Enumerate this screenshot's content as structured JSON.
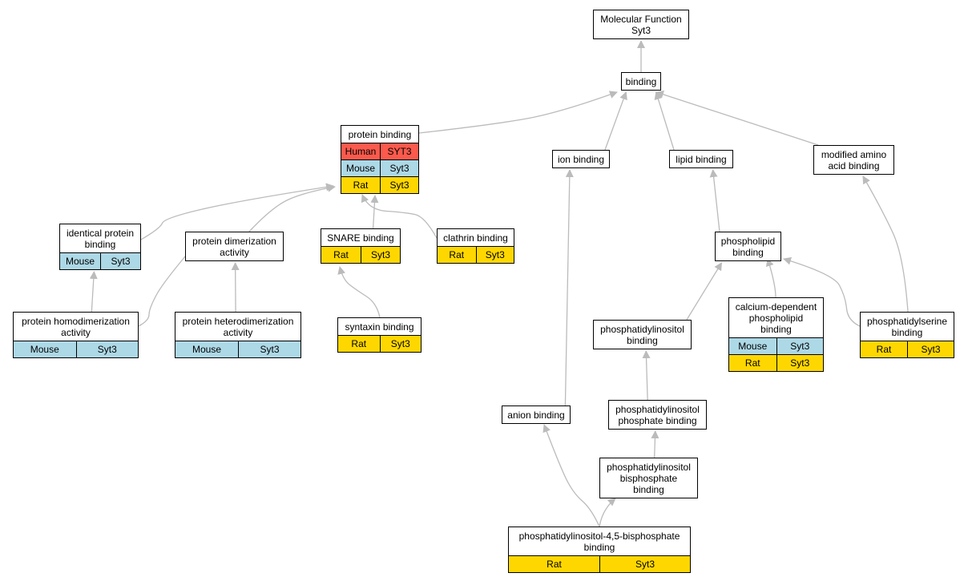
{
  "colors": {
    "Human": "#fb5a4c",
    "Mouse": "#add8e6",
    "Rat": "#ffd700",
    "edge": "#bbbbbb"
  },
  "nodes": {
    "molecular_function": {
      "title": "Molecular Function\nSyt3",
      "rows": []
    },
    "binding": {
      "title": "binding",
      "rows": []
    },
    "protein_binding": {
      "title": "protein binding",
      "rows": [
        {
          "species": "Human",
          "gene": "SYT3"
        },
        {
          "species": "Mouse",
          "gene": "Syt3"
        },
        {
          "species": "Rat",
          "gene": "Syt3"
        }
      ]
    },
    "ion_binding": {
      "title": "ion binding",
      "rows": []
    },
    "lipid_binding": {
      "title": "lipid binding",
      "rows": []
    },
    "modified_amino_acid_binding": {
      "title": "modified amino\nacid binding",
      "rows": []
    },
    "identical_protein_binding": {
      "title": "identical protein\nbinding",
      "rows": [
        {
          "species": "Mouse",
          "gene": "Syt3"
        }
      ]
    },
    "protein_dimerization_activity": {
      "title": "protein dimerization\nactivity",
      "rows": []
    },
    "snare_binding": {
      "title": "SNARE binding",
      "rows": [
        {
          "species": "Rat",
          "gene": "Syt3"
        }
      ]
    },
    "clathrin_binding": {
      "title": "clathrin binding",
      "rows": [
        {
          "species": "Rat",
          "gene": "Syt3"
        }
      ]
    },
    "phospholipid_binding": {
      "title": "phospholipid\nbinding",
      "rows": []
    },
    "protein_homodimerization_activity": {
      "title": "protein homodimerization\nactivity",
      "rows": [
        {
          "species": "Mouse",
          "gene": "Syt3"
        }
      ]
    },
    "protein_heterodimerization_activity": {
      "title": "protein heterodimerization\nactivity",
      "rows": [
        {
          "species": "Mouse",
          "gene": "Syt3"
        }
      ]
    },
    "syntaxin_binding": {
      "title": "syntaxin binding",
      "rows": [
        {
          "species": "Rat",
          "gene": "Syt3"
        }
      ]
    },
    "phosphatidylinositol_binding": {
      "title": "phosphatidylinositol\nbinding",
      "rows": []
    },
    "calcium_dependent_phospholipid_binding": {
      "title": "calcium-dependent\nphospholipid\nbinding",
      "rows": [
        {
          "species": "Mouse",
          "gene": "Syt3"
        },
        {
          "species": "Rat",
          "gene": "Syt3"
        }
      ]
    },
    "phosphatidylserine_binding": {
      "title": "phosphatidylserine\nbinding",
      "rows": [
        {
          "species": "Rat",
          "gene": "Syt3"
        }
      ]
    },
    "anion_binding": {
      "title": "anion binding",
      "rows": []
    },
    "phosphatidylinositol_phosphate_binding": {
      "title": "phosphatidylinositol\nphosphate binding",
      "rows": []
    },
    "phosphatidylinositol_bisphosphate_binding": {
      "title": "phosphatidylinositol\nbisphosphate\nbinding",
      "rows": []
    },
    "pip2_binding": {
      "title": "phosphatidylinositol-4,5-bisphosphate\nbinding",
      "rows": [
        {
          "species": "Rat",
          "gene": "Syt3"
        }
      ]
    }
  },
  "edges": [
    [
      "binding",
      "molecular_function"
    ],
    [
      "protein_binding",
      "binding"
    ],
    [
      "ion_binding",
      "binding"
    ],
    [
      "lipid_binding",
      "binding"
    ],
    [
      "modified_amino_acid_binding",
      "binding"
    ],
    [
      "identical_protein_binding",
      "protein_binding"
    ],
    [
      "protein_dimerization_activity",
      "protein_binding"
    ],
    [
      "snare_binding",
      "protein_binding"
    ],
    [
      "clathrin_binding",
      "protein_binding"
    ],
    [
      "protein_homodimerization_activity",
      "identical_protein_binding"
    ],
    [
      "protein_homodimerization_activity",
      "protein_dimerization_activity"
    ],
    [
      "protein_heterodimerization_activity",
      "protein_dimerization_activity"
    ],
    [
      "syntaxin_binding",
      "snare_binding"
    ],
    [
      "phospholipid_binding",
      "lipid_binding"
    ],
    [
      "phosphatidylinositol_binding",
      "phospholipid_binding"
    ],
    [
      "calcium_dependent_phospholipid_binding",
      "phospholipid_binding"
    ],
    [
      "phosphatidylserine_binding",
      "phospholipid_binding"
    ],
    [
      "phosphatidylserine_binding",
      "modified_amino_acid_binding"
    ],
    [
      "phosphatidylinositol_phosphate_binding",
      "phosphatidylinositol_binding"
    ],
    [
      "phosphatidylinositol_bisphosphate_binding",
      "phosphatidylinositol_phosphate_binding"
    ],
    [
      "pip2_binding",
      "phosphatidylinositol_bisphosphate_binding"
    ],
    [
      "pip2_binding",
      "anion_binding"
    ],
    [
      "anion_binding",
      "ion_binding"
    ]
  ]
}
